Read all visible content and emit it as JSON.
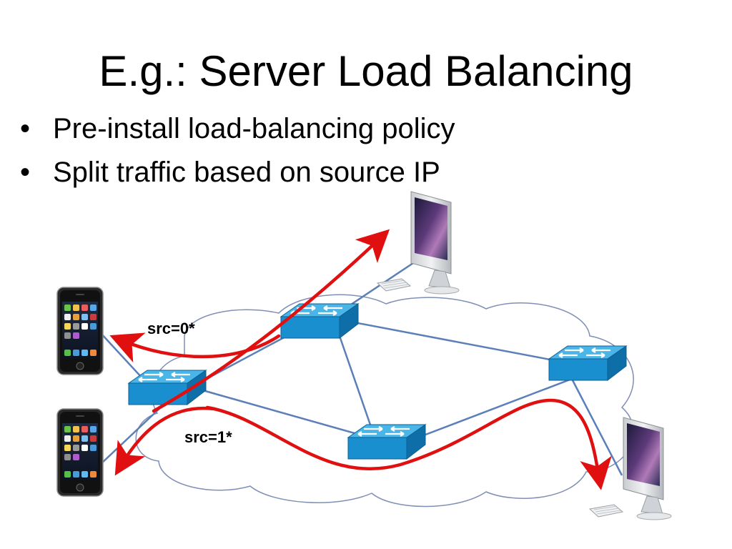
{
  "title": "E.g.: Server Load Balancing",
  "bullets": [
    {
      "symbol": "•",
      "text": "Pre-install load-balancing policy"
    },
    {
      "symbol": "•",
      "text": "Split traffic based on source IP"
    }
  ],
  "labels": {
    "src0": "src=0*",
    "src1": "src=1*"
  },
  "colors": {
    "arrow": "#e01010",
    "link": "#5b7fb8",
    "switch_top": "#4ab6e8",
    "switch_front": "#1a8fcf",
    "switch_side": "#0e6ea8",
    "cloud_stroke": "#7f8fb5"
  },
  "nodes": {
    "phones": [
      "phone-icon",
      "phone-icon"
    ],
    "servers": [
      "imac-icon",
      "imac-icon"
    ],
    "switches": [
      "network-switch-icon",
      "network-switch-icon",
      "network-switch-icon",
      "network-switch-icon"
    ]
  }
}
